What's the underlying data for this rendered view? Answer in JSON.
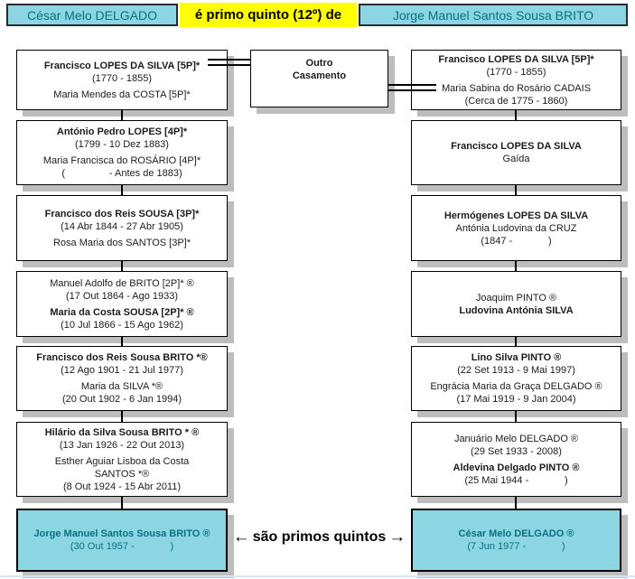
{
  "header": {
    "left_person": "César Melo DELGADO",
    "relation": "é primo quinto (12º) de",
    "right_person": "Jorge Manuel Santos Sousa BRITO"
  },
  "marriage_box": {
    "lines": [
      "Outro",
      "Casamento"
    ]
  },
  "caption": {
    "left_arrow": "←",
    "text": "são primos quintos",
    "right_arrow": "→"
  },
  "left_column": [
    {
      "lines": [
        "Francisco LOPES DA SILVA [5P]*",
        "(1770 - 1855)",
        "Maria Mendes da COSTA [5P]*"
      ]
    },
    {
      "lines": [
        "António Pedro LOPES [4P]*",
        "(1799 - 10 Dez 1883)",
        "Maria Francisca do ROSÁRIO [4P]*",
        "(                - Antes de 1883)"
      ]
    },
    {
      "lines": [
        "Francisco dos Reis SOUSA [3P]*",
        "(14 Abr 1844 - 27 Abr 1905)",
        "Rosa Maria dos SANTOS [3P]*"
      ]
    },
    {
      "lines": [
        "Manuel Adolfo de BRITO [2P]* ®",
        "(17 Out 1864 - Ago 1933)",
        "Maria da Costa SOUSA [2P]* ®",
        "(10 Jul 1866 - 15 Ago 1962)"
      ]
    },
    {
      "lines": [
        "Francisco dos Reis Sousa BRITO *®",
        "(12 Ago 1901 - 21 Jul 1977)",
        "Maria da SILVA *®",
        "(20 Out 1902 - 6 Jan 1994)"
      ]
    },
    {
      "lines": [
        "Hilário da Silva Sousa BRITO * ®",
        "(13 Jan 1926 - 22 Out 2013)",
        "Esther Aguiar Lisboa da Costa SANTOS *®",
        "(8 Out 1924 - 15 Abr 2011)"
      ]
    }
  ],
  "right_column": [
    {
      "lines": [
        "Francisco LOPES DA SILVA [5P]*",
        "(1770 - 1855)",
        "Maria Sabina do Rosário CADAIS",
        "(Cerca de 1775 - 1860)"
      ]
    },
    {
      "lines": [
        "Francisco LOPES DA SILVA",
        "Gaída"
      ]
    },
    {
      "lines": [
        "Hermógenes LOPES DA SILVA",
        "Antónia Ludovina da CRUZ",
        "(1847 -             )"
      ]
    },
    {
      "lines": [
        "Joaquim PINTO ®",
        "Ludovina Antónia SILVA"
      ]
    },
    {
      "lines": [
        "Lino Silva PINTO ®",
        "(22 Set 1913 - 9 Mai 1997)",
        "Engrácia Maria da Graça DELGADO ®",
        "(17 Mai 1919 - 9 Jan 2004)"
      ]
    },
    {
      "lines": [
        "Januário Melo DELGADO ®",
        "(29 Set 1933 - 2008)",
        "Aldevina Delgado PINTO ®",
        "(25 Mai 1944 -             )"
      ]
    }
  ],
  "subjects": {
    "left": {
      "lines": [
        "Jorge Manuel Santos Sousa BRITO ®",
        "(30 Out 1957 -             )"
      ]
    },
    "right": {
      "lines": [
        "César Melo DELGADO ®",
        "(7 Jun 1977 -             )"
      ]
    }
  },
  "colors": {
    "cyan": "#8cd5e2",
    "yellow": "#ffff00",
    "teal_text": "#0a7182",
    "shadow_gray": "#bdbdbd"
  }
}
